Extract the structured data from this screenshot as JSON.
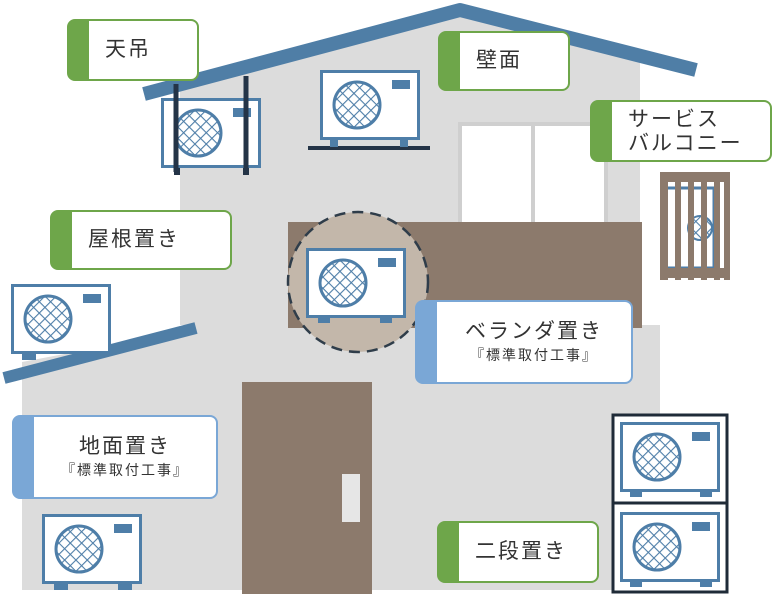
{
  "labels": {
    "tentsuri": "天吊",
    "hekimen": "壁面",
    "service": "サービス",
    "balcony": "バルコニー",
    "yaneoki": "屋根置き",
    "veranda": "ベランダ置き",
    "veranda_sub": "『標準取付工事』",
    "jimen": "地面置き",
    "jimen_sub": "『標準取付工事』",
    "nidan": "二段置き"
  },
  "colors": {
    "wall": "#dcdcdc",
    "roof": "#4f7ea6",
    "door": "#8c7a6c",
    "unit_stroke": "#4e7ea8",
    "green_tab": "#6ea64a",
    "blue_tab": "#7aa7d6"
  }
}
